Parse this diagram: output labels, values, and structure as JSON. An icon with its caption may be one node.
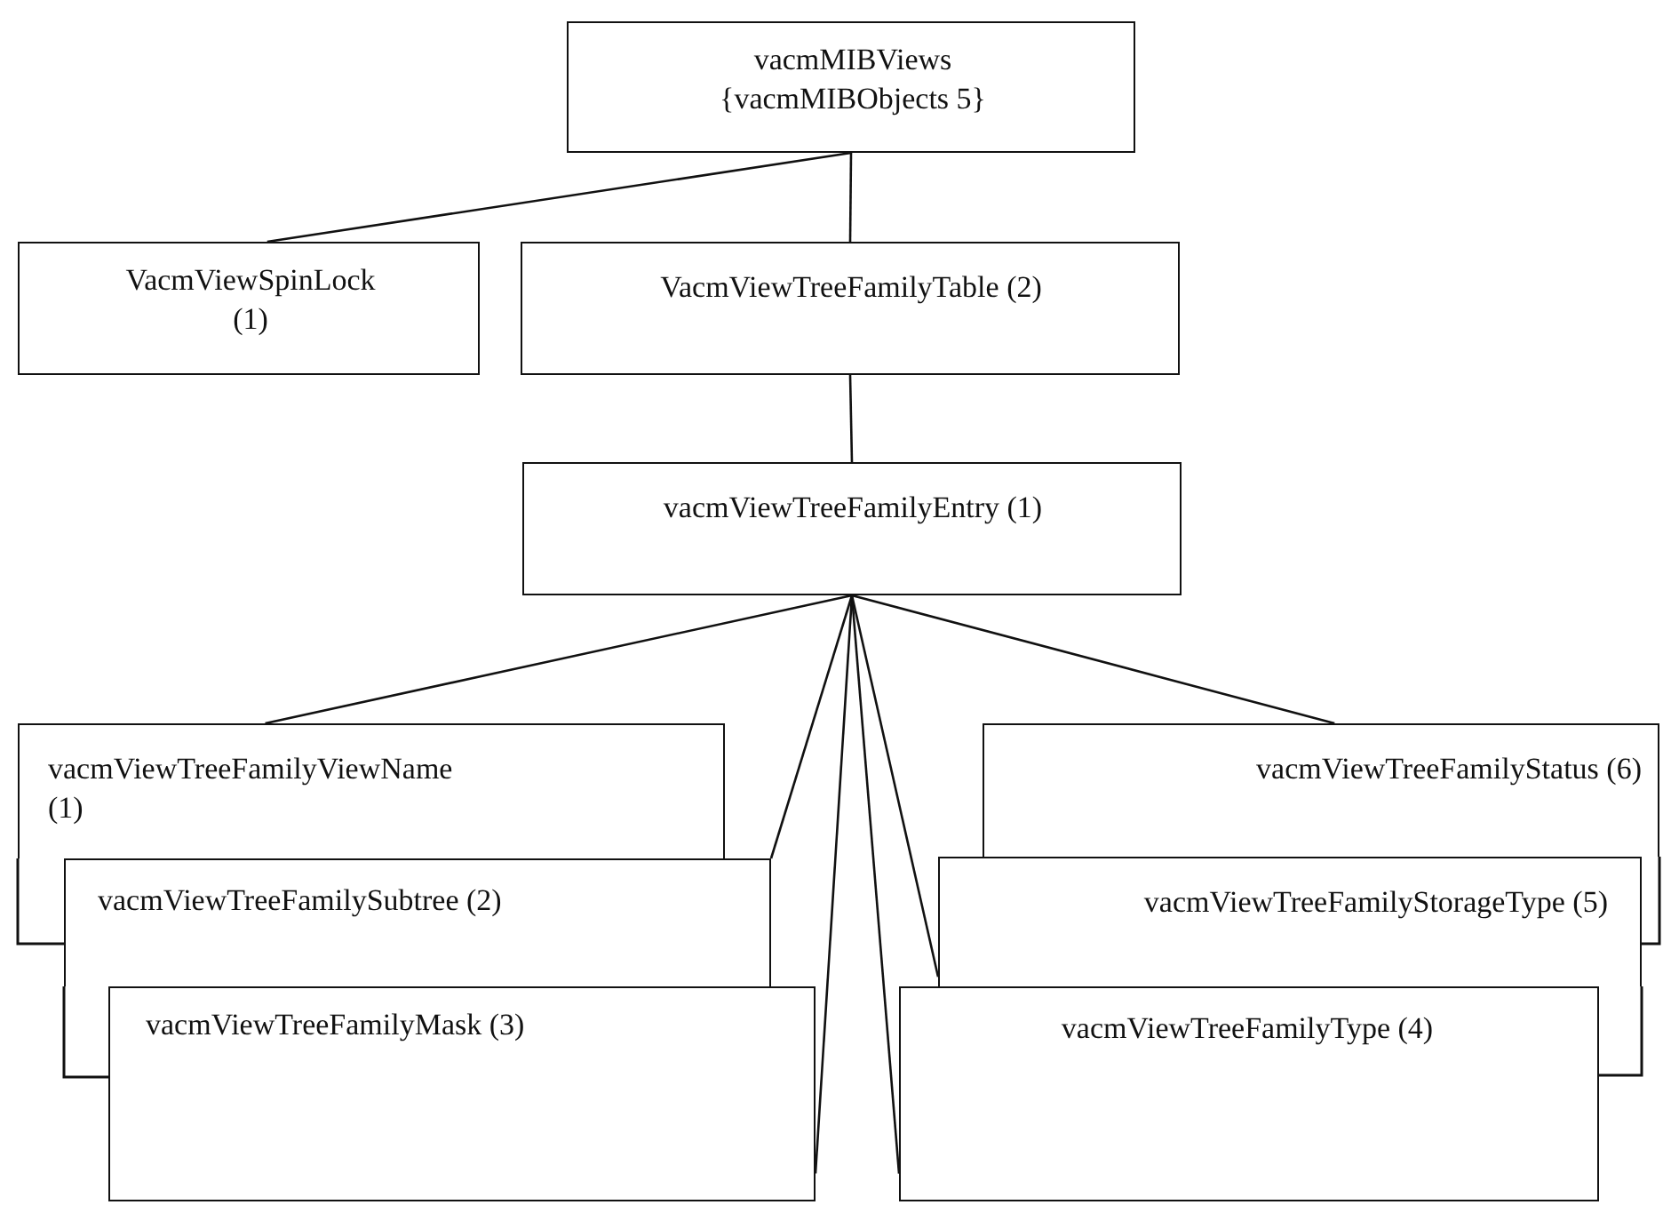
{
  "diagram": {
    "nodes": [
      {
        "text": [
          "vacmMIBViews {vacmMIBObjects 5}"
        ]
      },
      {
        "text": [
          "VacmViewSpinLock (1)"
        ]
      },
      {
        "text": [
          "VacmViewTreeFamilyTable (2)"
        ]
      },
      {
        "text": [
          "vacmViewTreeFamilyEntry (1)"
        ]
      },
      {
        "text": [
          "vacmViewTreeFamilyViewName (1)"
        ]
      },
      {
        "text": [
          "vacmViewTreeFamilySubtree (2)"
        ]
      },
      {
        "text": [
          "vacmViewTreeFamilyMask (3)"
        ]
      },
      {
        "text": [
          "vacmViewTreeFamilyStatus (6)"
        ]
      },
      {
        "text": [
          "vacmViewTreeFamilyStorageType (5)"
        ]
      },
      {
        "text": [
          "vacmViewTreeFamilyType (4)"
        ]
      }
    ],
    "edges": [
      {
        "from": 0,
        "to": 1,
        "arrow": "none"
      },
      {
        "from": 0,
        "to": 2,
        "arrow": "none"
      },
      {
        "from": 2,
        "to": 3,
        "arrow": "none"
      },
      {
        "from": 3,
        "to": 4,
        "arrow": "none"
      },
      {
        "from": 3,
        "to": 5,
        "arrow": "none"
      },
      {
        "from": 3,
        "to": 6,
        "arrow": "none"
      },
      {
        "from": 3,
        "to": 9,
        "arrow": "none"
      },
      {
        "from": 3,
        "to": 8,
        "arrow": "none"
      },
      {
        "from": 3,
        "to": 7,
        "arrow": "none"
      }
    ]
  }
}
